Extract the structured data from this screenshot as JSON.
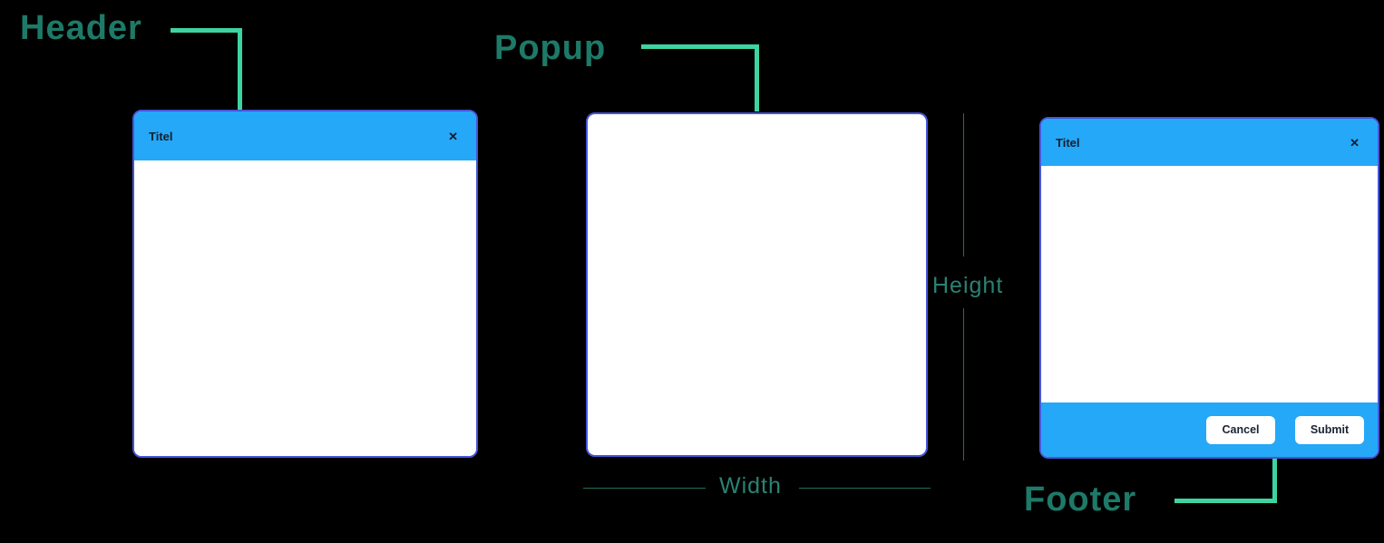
{
  "annotations": {
    "header": {
      "label": "Header"
    },
    "popup": {
      "label": "Popup"
    },
    "footer": {
      "label": "Footer"
    },
    "height": {
      "label": "Height"
    },
    "width": {
      "label": "Width"
    }
  },
  "colors": {
    "label_text": "#1E7A68",
    "measure_text": "#2A8274",
    "connector": "#3DD4A3",
    "measure_line": "#1F6F5D",
    "popup_accent": "#25A8F7",
    "popup_border": "#4656DA",
    "title_text": "#141F2E",
    "button_bg": "#FFFFFF",
    "button_text": "#1A2433",
    "canvas_bg": "#000000"
  },
  "header_popup": {
    "title": "Titel",
    "close_icon": "✕"
  },
  "footer_popup": {
    "title": "Titel",
    "close_icon": "✕",
    "buttons": [
      {
        "label": "Cancel"
      },
      {
        "label": "Submit"
      }
    ]
  }
}
